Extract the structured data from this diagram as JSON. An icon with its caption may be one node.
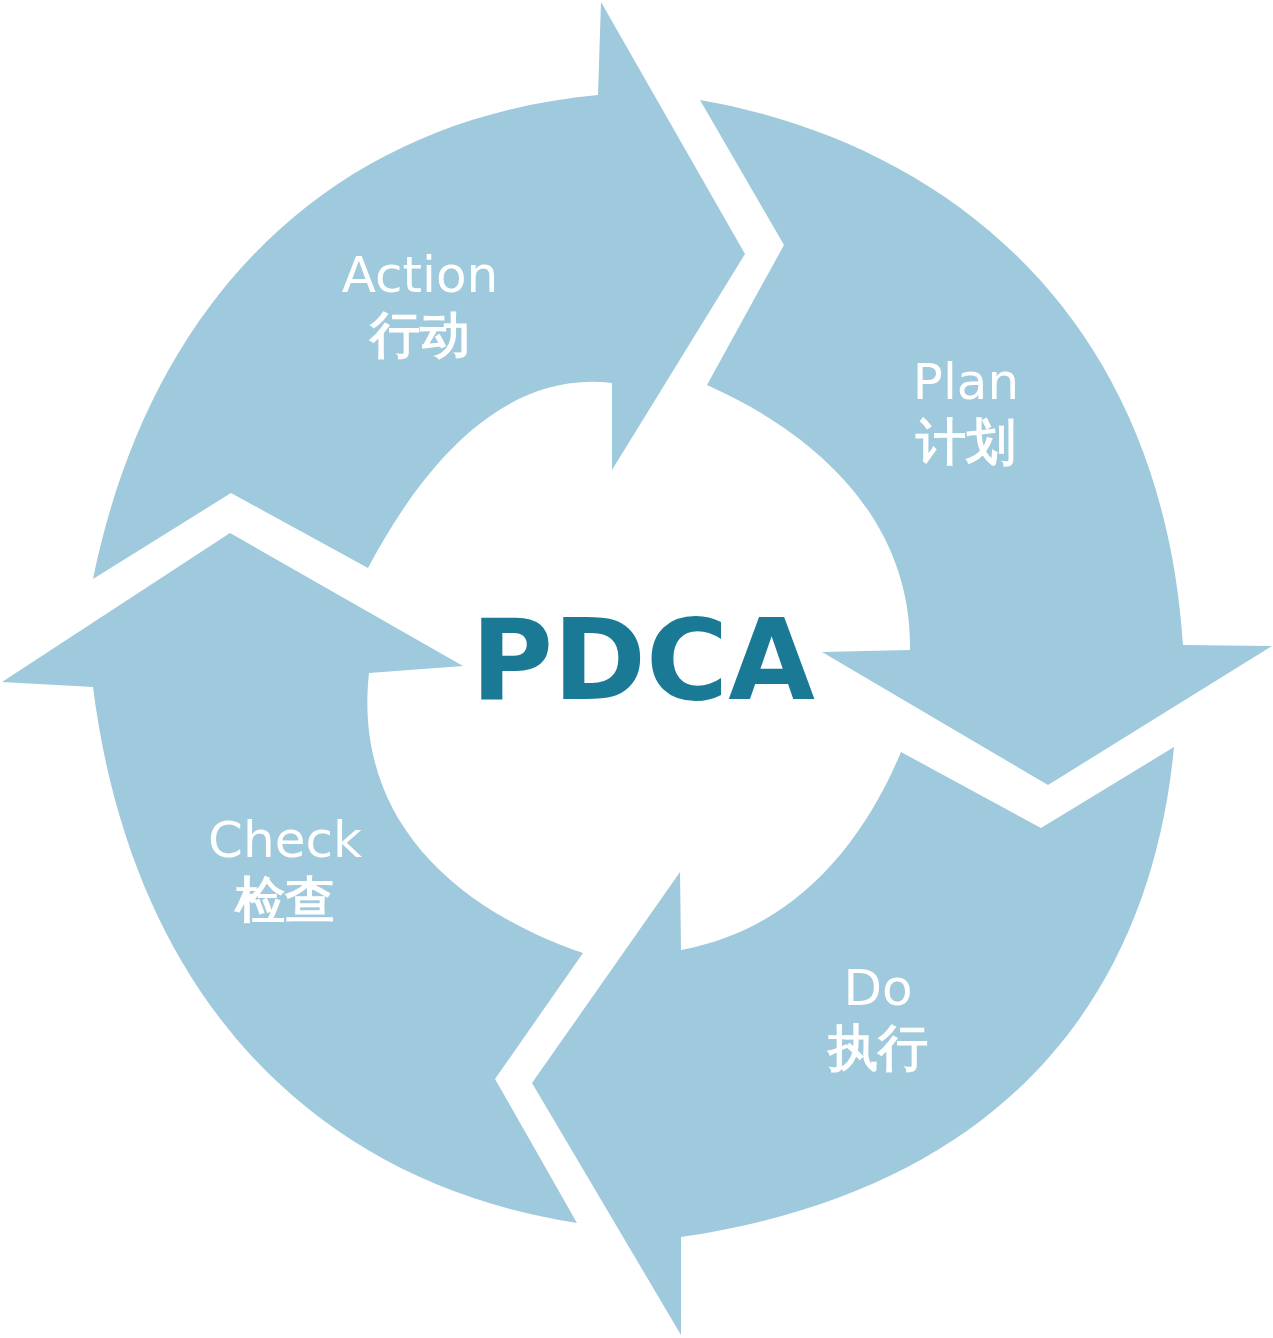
{
  "diagram": {
    "title": "PDCA",
    "nodes": [
      {
        "text": [
          "Plan",
          "计划"
        ]
      },
      {
        "text": [
          "Do",
          "执行"
        ]
      },
      {
        "text": [
          "Check",
          "检查"
        ]
      },
      {
        "text": [
          "Action",
          "行动"
        ]
      }
    ]
  }
}
